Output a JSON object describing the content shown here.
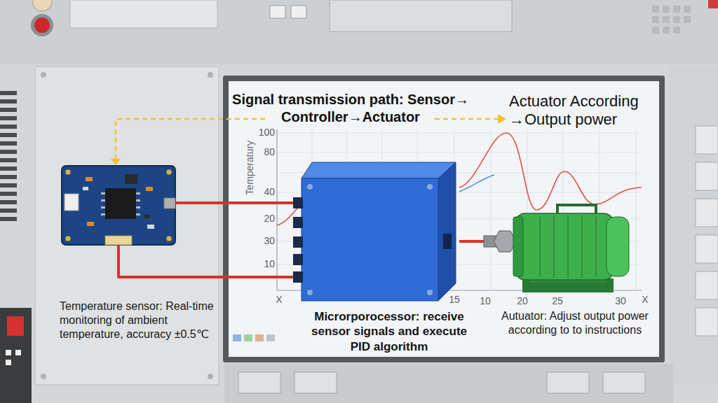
{
  "diagram": {
    "title": "Signal transmission path: Sensor→ Controller→Actuator",
    "nodes": [
      {
        "text": [
          "Temperature sensor: Real-time monitoring of ambient temperature, accuracy ±0.5℃"
        ]
      },
      {
        "text": [
          "Microrporocessor: receive sensor signals and execute PID algorithm"
        ]
      },
      {
        "text": [
          "Autuator: Adjust output power according to to instructions"
        ]
      }
    ],
    "edges": [
      {
        "from": 0,
        "to": 1,
        "arrow": "none"
      },
      {
        "from": 0,
        "to": 1,
        "arrow": "none"
      },
      {
        "from": 1,
        "to": 2,
        "arrow": "none"
      }
    ],
    "labels": [
      "Actuator According →Output power",
      "100",
      "80",
      "40",
      "20",
      "30",
      "10",
      "Temperatury",
      "X",
      "15",
      "10",
      "20",
      "25",
      "30",
      "X"
    ]
  }
}
